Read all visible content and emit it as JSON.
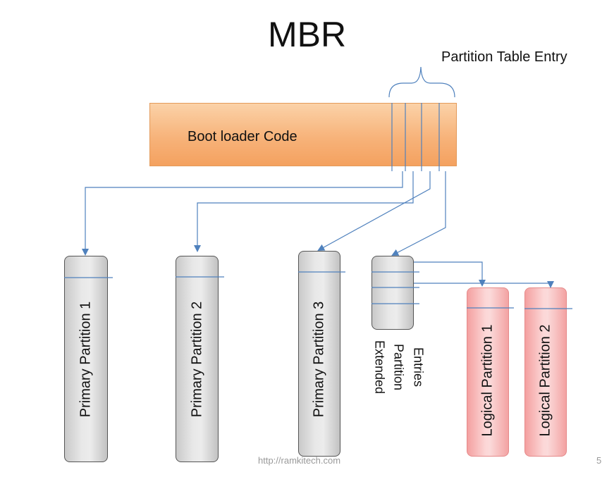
{
  "title": "MBR",
  "partition_table_label": "Partition Table Entry",
  "boot_loader_label": "Boot loader Code",
  "partitions": {
    "primary1": "Primary Partition 1",
    "primary2": "Primary Partition 2",
    "primary3": "Primary Partition 3",
    "logical1": "Logical Partition 1",
    "logical2": "Logical Partition 2"
  },
  "extended_lines": [
    "Extended",
    "Partition",
    "Entries"
  ],
  "footer": {
    "url": "http://ramkitech.com",
    "page": "5"
  },
  "colors": {
    "connector": "#4f81bd",
    "boot_fill": "#f7b37a",
    "primary_fill": "#e0e0e0",
    "logical_fill": "#f9c5c5"
  }
}
